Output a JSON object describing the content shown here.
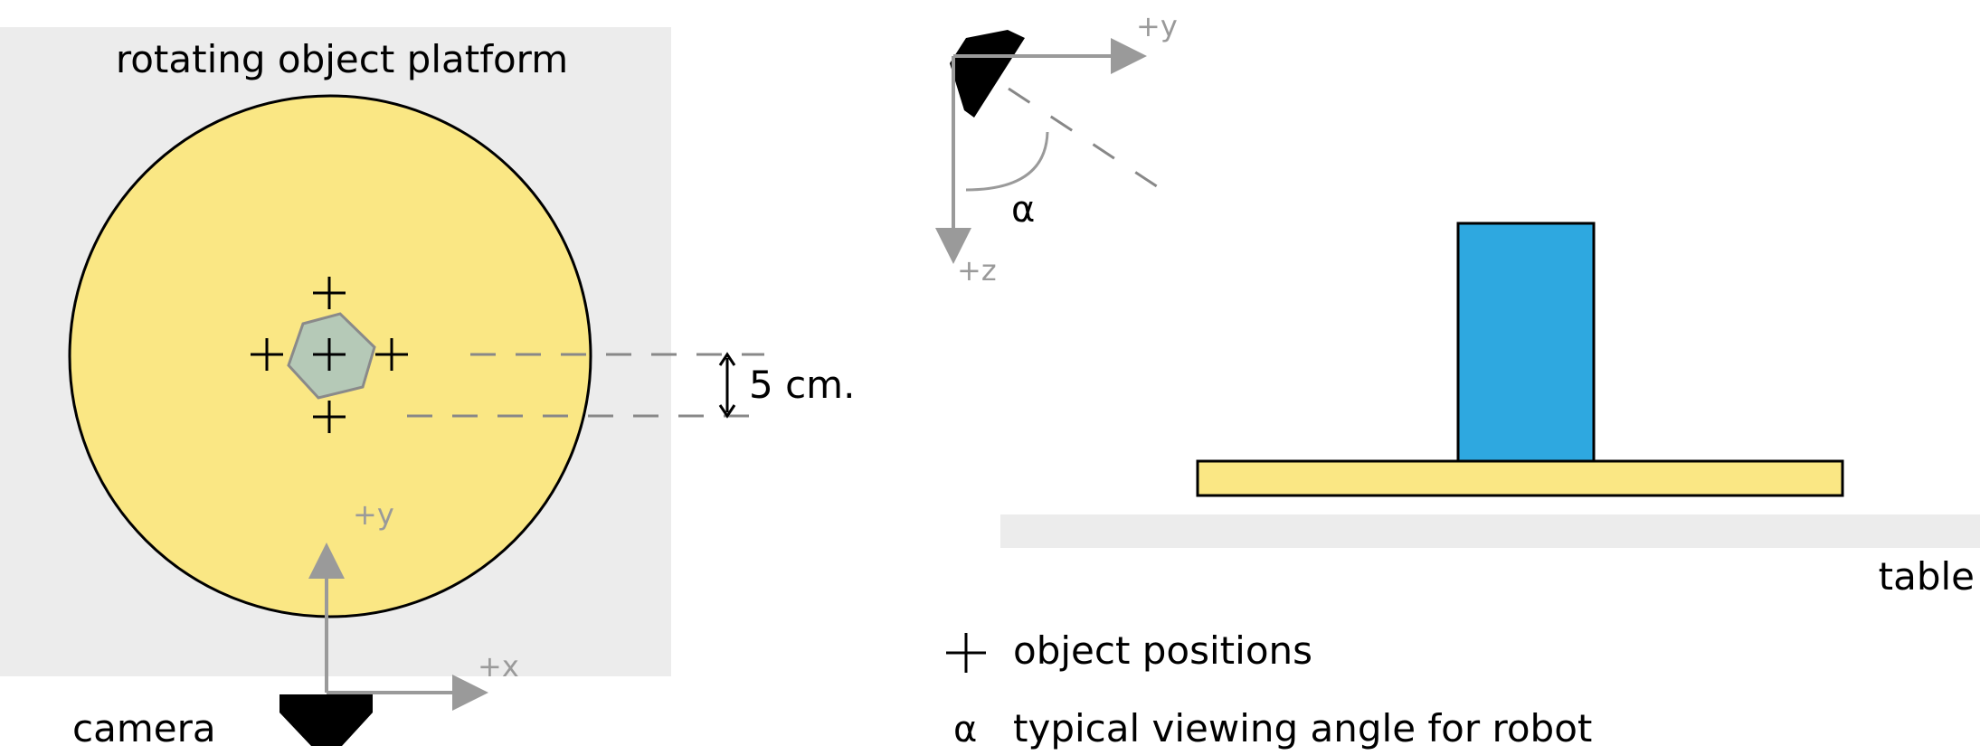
{
  "top_view": {
    "title": "rotating object platform",
    "measurement": "5 cm.",
    "camera_label": "camera",
    "x_axis_label": "+x",
    "y_axis_label": "+y"
  },
  "side_view": {
    "y_axis_label": "+y",
    "z_axis_label": "+z",
    "angle_label": "α",
    "table_label": "table"
  },
  "legend": {
    "items": [
      {
        "symbol": "+",
        "label": "object positions"
      },
      {
        "symbol": "α",
        "label": "typical viewing angle for robot"
      }
    ]
  },
  "colors": {
    "platform": "#fae784",
    "background_panel": "#ececec",
    "object_top": "#b5c9b7",
    "object_side": "#2ea8e0",
    "axis": "#9a9a9a"
  }
}
